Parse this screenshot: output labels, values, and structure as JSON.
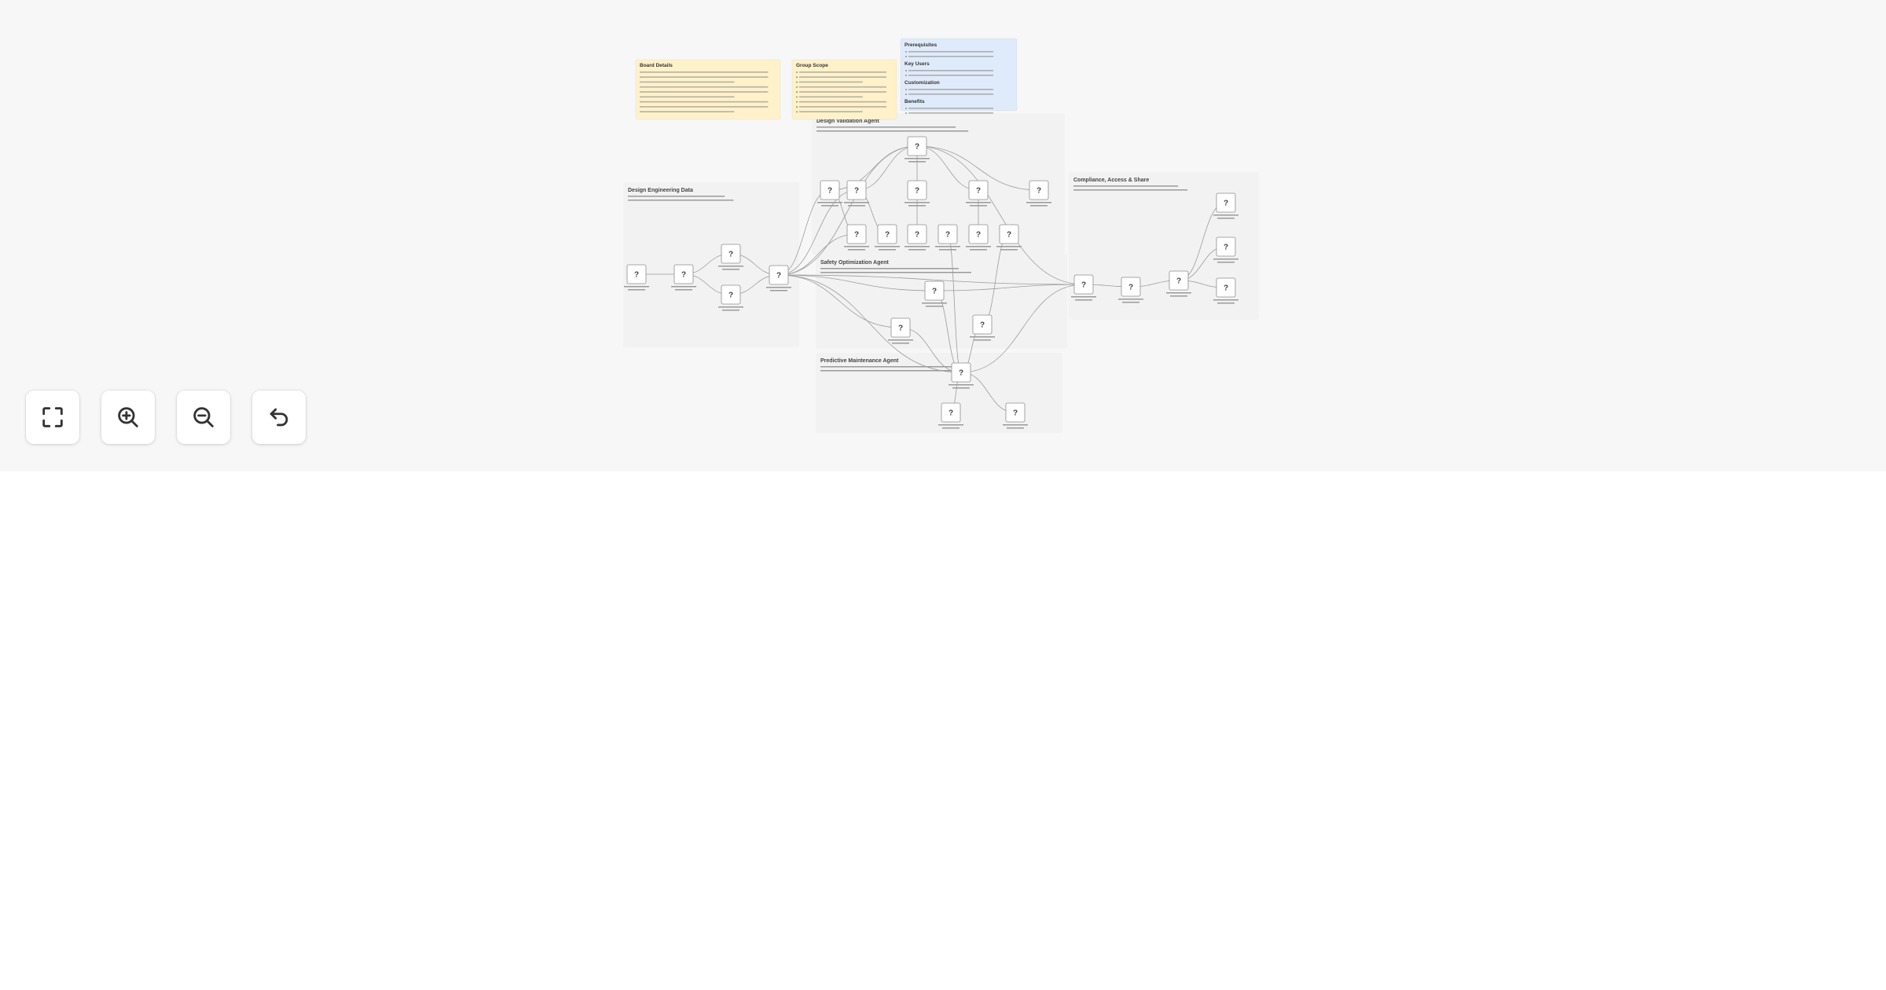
{
  "diagram": {
    "notes": [
      {
        "id": "note-1",
        "title": "Board Details",
        "color": "#fff1c9",
        "lines": 9,
        "bullets": false
      },
      {
        "id": "note-2",
        "title": "Group Scope",
        "color": "#fff1c9",
        "lines": 9,
        "bullets": true
      },
      {
        "id": "note-3",
        "color": "#dfebfa",
        "sections": [
          "Prerequisites",
          "Key Users",
          "Customization",
          "Benefits"
        ]
      }
    ],
    "groups": [
      {
        "id": "g-design-eng",
        "title": "Design Engineering Data"
      },
      {
        "id": "g-design-val",
        "title": "Design Validation Agent"
      },
      {
        "id": "g-safety",
        "title": "Safety Optimization Agent"
      },
      {
        "id": "g-predictive",
        "title": "Predictive Maintenance Agent"
      },
      {
        "id": "g-compliance",
        "title": "Compliance, Access & Share"
      }
    ],
    "node_glyph": "?"
  },
  "controls": {
    "fit": {
      "icon": "fit-screen-icon"
    },
    "zoom_in": {
      "icon": "zoom-in-icon"
    },
    "zoom_out": {
      "icon": "zoom-out-icon"
    },
    "undo": {
      "icon": "undo-icon"
    }
  }
}
